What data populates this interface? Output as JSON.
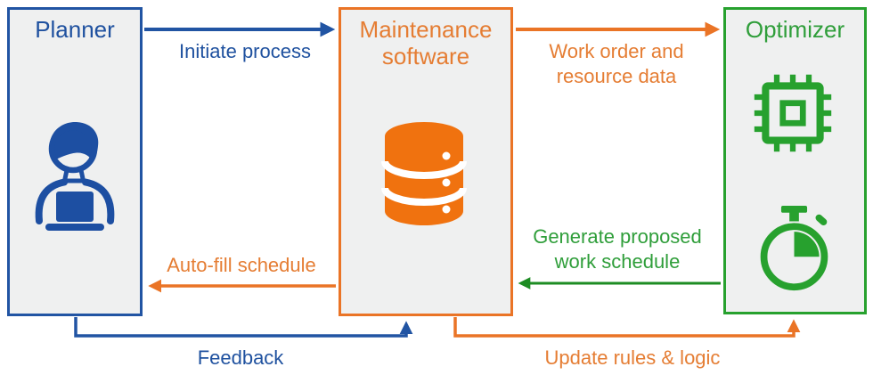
{
  "colors": {
    "blue": "#2154a3",
    "blue_text": "#1f519f",
    "blue_icon": "#1d4fa2",
    "orange": "#ea7426",
    "orange_text": "#e57d33",
    "orange_icon": "#f0720f",
    "green": "#27a12e",
    "green_dark": "#1d8c23",
    "green_text": "#2f9e3a",
    "box_fill": "#eff0f0",
    "background": "#ffffff"
  },
  "boxes": {
    "planner": {
      "title": "Planner",
      "icon": "person-at-laptop-icon"
    },
    "maintenance": {
      "title": "Maintenance software",
      "icon": "database-icon"
    },
    "optimizer": {
      "title": "Optimizer",
      "icons": [
        "cpu-chip-icon",
        "stopwatch-icon"
      ]
    }
  },
  "arrows": {
    "initiate_process": {
      "label": "Initiate process",
      "from": "planner",
      "to": "maintenance",
      "color": "blue"
    },
    "work_order": {
      "label": "Work order and resource data",
      "from": "maintenance",
      "to": "optimizer",
      "color": "orange"
    },
    "generate_schedule": {
      "label": "Generate proposed work schedule",
      "from": "optimizer",
      "to": "maintenance",
      "color": "green"
    },
    "autofill_schedule": {
      "label": "Auto-fill schedule",
      "from": "maintenance",
      "to": "planner",
      "color": "orange"
    },
    "feedback": {
      "label": "Feedback",
      "from": "planner",
      "to": "maintenance",
      "color": "blue"
    },
    "update_rules": {
      "label": "Update rules & logic",
      "from": "maintenance",
      "to": "optimizer",
      "color": "orange"
    }
  }
}
